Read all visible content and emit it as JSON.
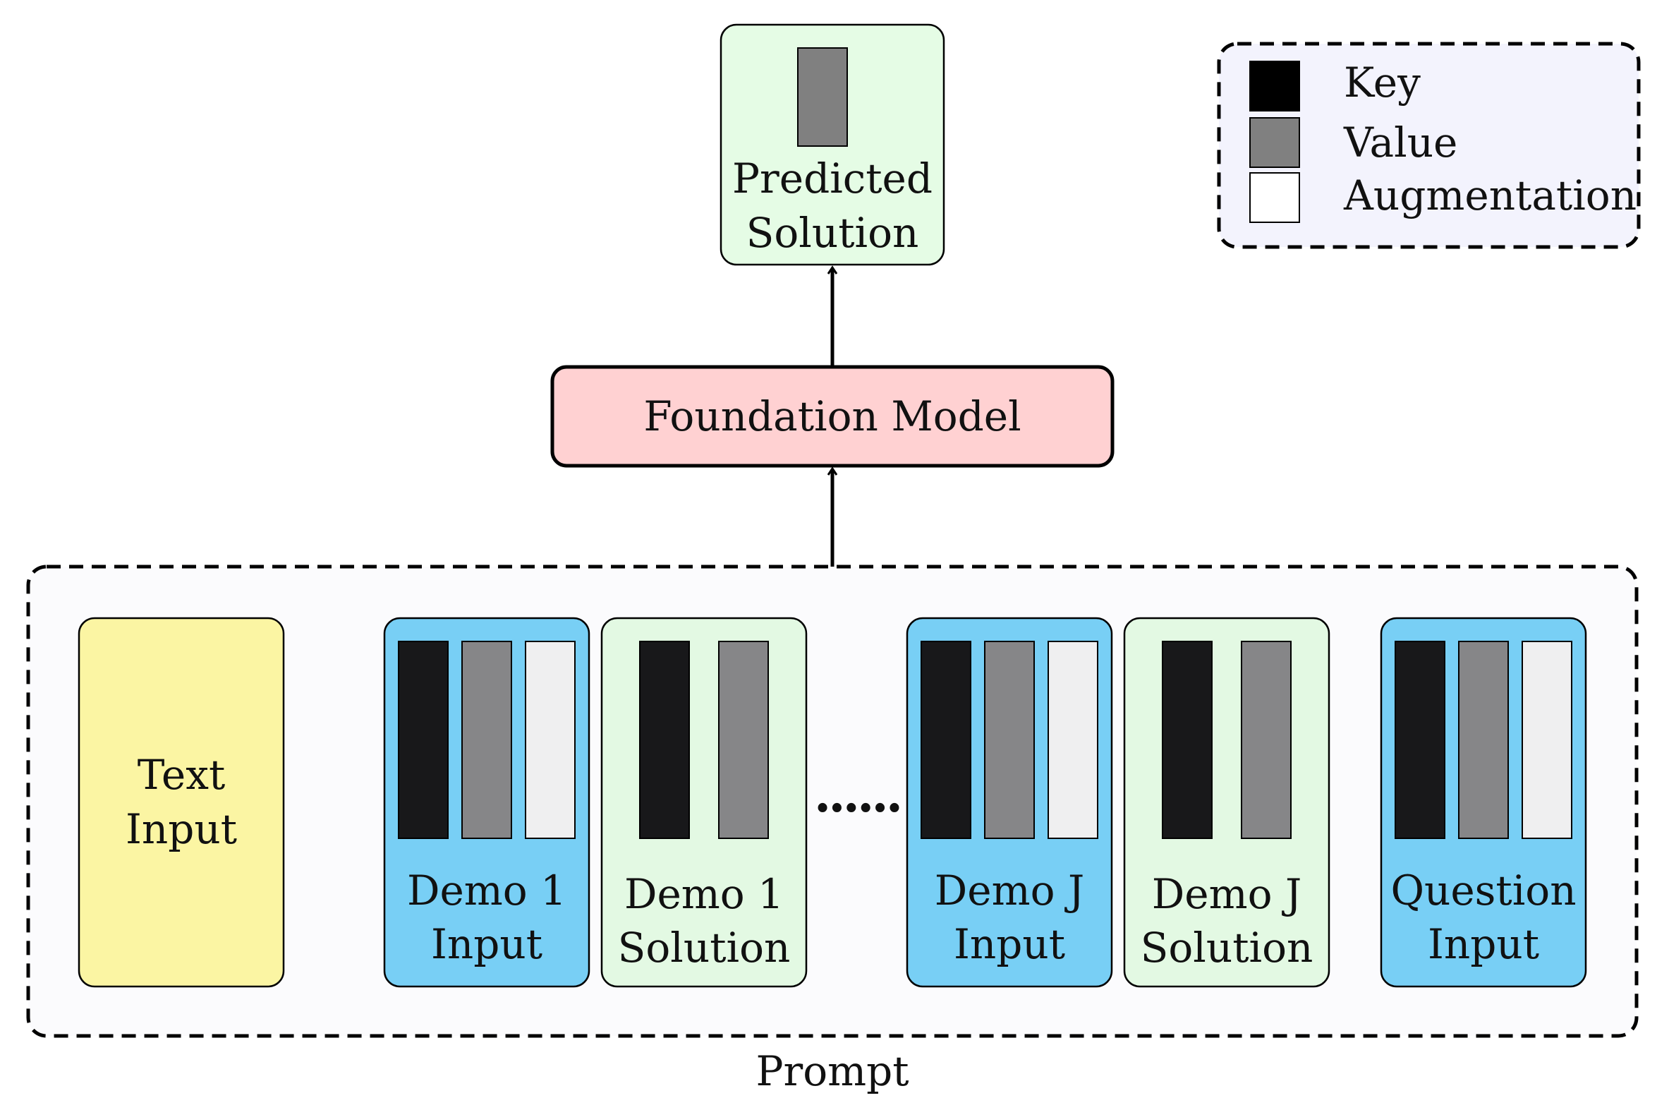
{
  "output": {
    "label_line1": "Predicted",
    "label_line2": "Solution"
  },
  "model": {
    "label": "Foundation Model"
  },
  "prompt": {
    "label": "Prompt",
    "ellipsis": "......",
    "blocks": [
      {
        "line1": "Text",
        "line2": "Input",
        "kind": "text"
      },
      {
        "line1": "Demo 1",
        "line2": "Input",
        "kind": "input"
      },
      {
        "line1": "Demo 1",
        "line2": "Solution",
        "kind": "solution"
      },
      {
        "line1": "Demo J",
        "line2": "Input",
        "kind": "input"
      },
      {
        "line1": "Demo J",
        "line2": "Solution",
        "kind": "solution"
      },
      {
        "line1": "Question",
        "line2": "Input",
        "kind": "input"
      }
    ]
  },
  "legend": {
    "items": [
      {
        "label": "Key",
        "color": "#000000"
      },
      {
        "label": "Value",
        "color": "#808080"
      },
      {
        "label": "Augmentation",
        "color": "#ffffff"
      }
    ]
  },
  "colors": {
    "text_block": "#fbf5a3",
    "input_block": "#78cff5",
    "solution_block": "#e3f9e3",
    "output_block": "#e5fce5",
    "model_block": "#ffd1d2",
    "prompt_bg": "#fbfbfd",
    "legend_bg": "#f3f3fd",
    "key_bar": "#18181a",
    "value_bar": "#868688",
    "aug_bar": "#efeff0"
  }
}
